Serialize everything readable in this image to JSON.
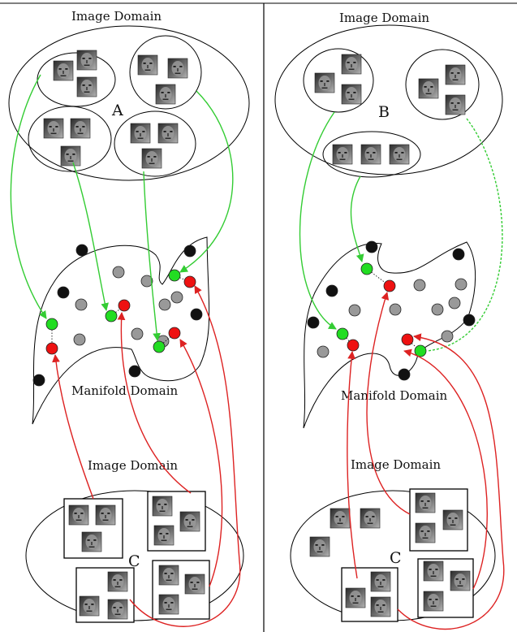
{
  "left_panel": {
    "top_label": "Image Domain",
    "top_cluster_letter": "A",
    "manifold_label": "Manifold Domain",
    "bottom_label": "Image Domain",
    "bottom_cluster_letter": "C"
  },
  "right_panel": {
    "top_label": "Image Domain",
    "top_cluster_letter": "B",
    "manifold_label": "Manifold Domain",
    "bottom_label": "Image Domain",
    "bottom_cluster_letter": "C"
  },
  "colors": {
    "green_point": "#22dd22",
    "red_point": "#ee1111",
    "gray_point": "#999999",
    "black_point": "#111111",
    "green_arrow": "#33cc33",
    "red_arrow": "#dd2222",
    "face_dark": "#3a3a3a",
    "face_mid": "#8a8a8a"
  },
  "icons": {
    "face_thumbnail": "face-thumbnail-icon",
    "arrowhead": "arrowhead-icon"
  }
}
